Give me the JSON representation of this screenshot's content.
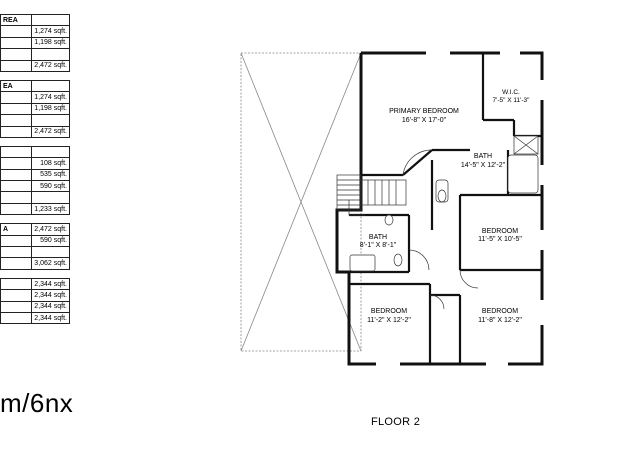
{
  "area_table": {
    "rows": [
      {
        "label": "REA",
        "value": ""
      },
      {
        "label": "",
        "value": "1,274 sqft."
      },
      {
        "label": "",
        "value": "1,198 sqft."
      },
      {
        "label": "",
        "value": ""
      },
      {
        "label": "",
        "value": "2,472 sqft."
      },
      {
        "gap": true
      },
      {
        "label": "EA",
        "value": ""
      },
      {
        "label": "",
        "value": "1,274 sqft."
      },
      {
        "label": "",
        "value": "1,198 sqft."
      },
      {
        "label": "",
        "value": ""
      },
      {
        "label": "",
        "value": "2,472 sqft."
      },
      {
        "gap": true
      },
      {
        "label": "",
        "value": ""
      },
      {
        "label": "",
        "value": "108 sqft."
      },
      {
        "label": "",
        "value": "535 sqft."
      },
      {
        "label": "",
        "value": "590 sqft."
      },
      {
        "label": "",
        "value": ""
      },
      {
        "label": "",
        "value": "1,233 sqft."
      },
      {
        "gap": true
      },
      {
        "label": "A",
        "value": "2,472 sqft."
      },
      {
        "label": "",
        "value": "590 sqft."
      },
      {
        "label": "",
        "value": ""
      },
      {
        "label": "",
        "value": "3,062 sqft."
      },
      {
        "gap": true
      },
      {
        "label": "",
        "value": "2,344 sqft."
      },
      {
        "label": "",
        "value": "2,344 sqft."
      },
      {
        "label": "",
        "value": "2,344 sqft."
      },
      {
        "label": "",
        "value": "2,344 sqft."
      }
    ]
  },
  "scale_text": "m/6nx",
  "floor_label": "FLOOR 2",
  "rooms": {
    "primary_bedroom": {
      "name": "PRIMARY BEDROOM",
      "dims": "16'-8\" X 17'-0\""
    },
    "wic": {
      "name": "W.I.C.",
      "dims": "7'-5\" X 11'-3\""
    },
    "bath_primary": {
      "name": "BATH",
      "dims": "14'-5\" X 12'-2\""
    },
    "bedroom_right": {
      "name": "BEDROOM",
      "dims": "11'-5\" X 10'-5\""
    },
    "bath_hall": {
      "name": "BATH",
      "dims": "8'-1\" X 8'-1\""
    },
    "bedroom_left": {
      "name": "BEDROOM",
      "dims": "11'-2\" X 12'-2\""
    },
    "bedroom_bottom": {
      "name": "BEDROOM",
      "dims": "11'-8\" X 12'-2\""
    }
  }
}
